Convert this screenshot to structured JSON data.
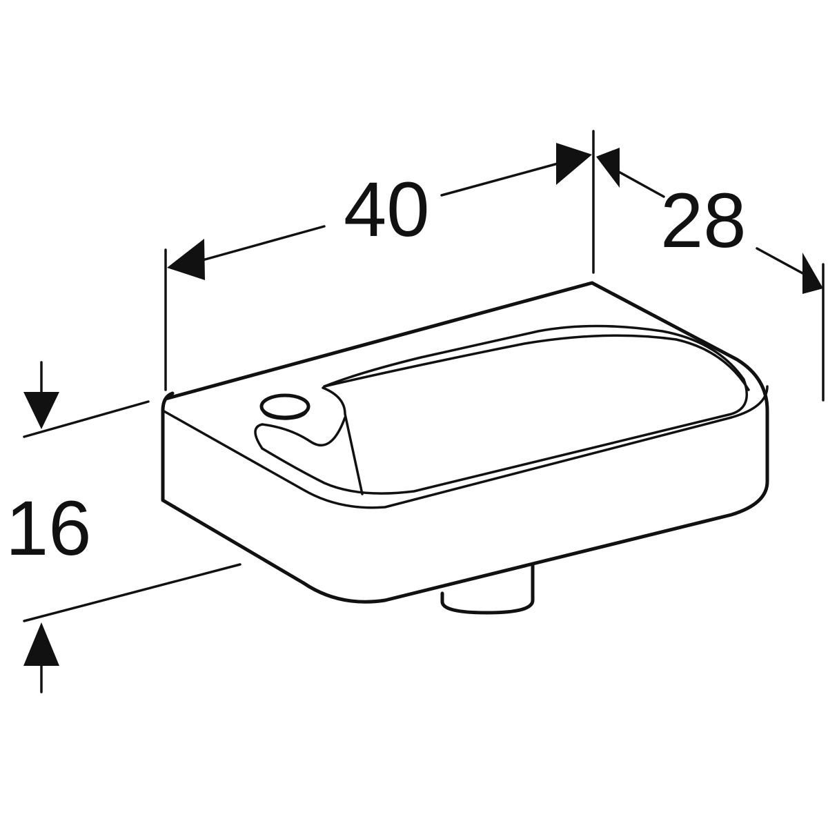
{
  "dimensions": {
    "width": "40",
    "depth": "28",
    "height": "16"
  },
  "colors": {
    "line": "#111111",
    "background": "#ffffff"
  }
}
